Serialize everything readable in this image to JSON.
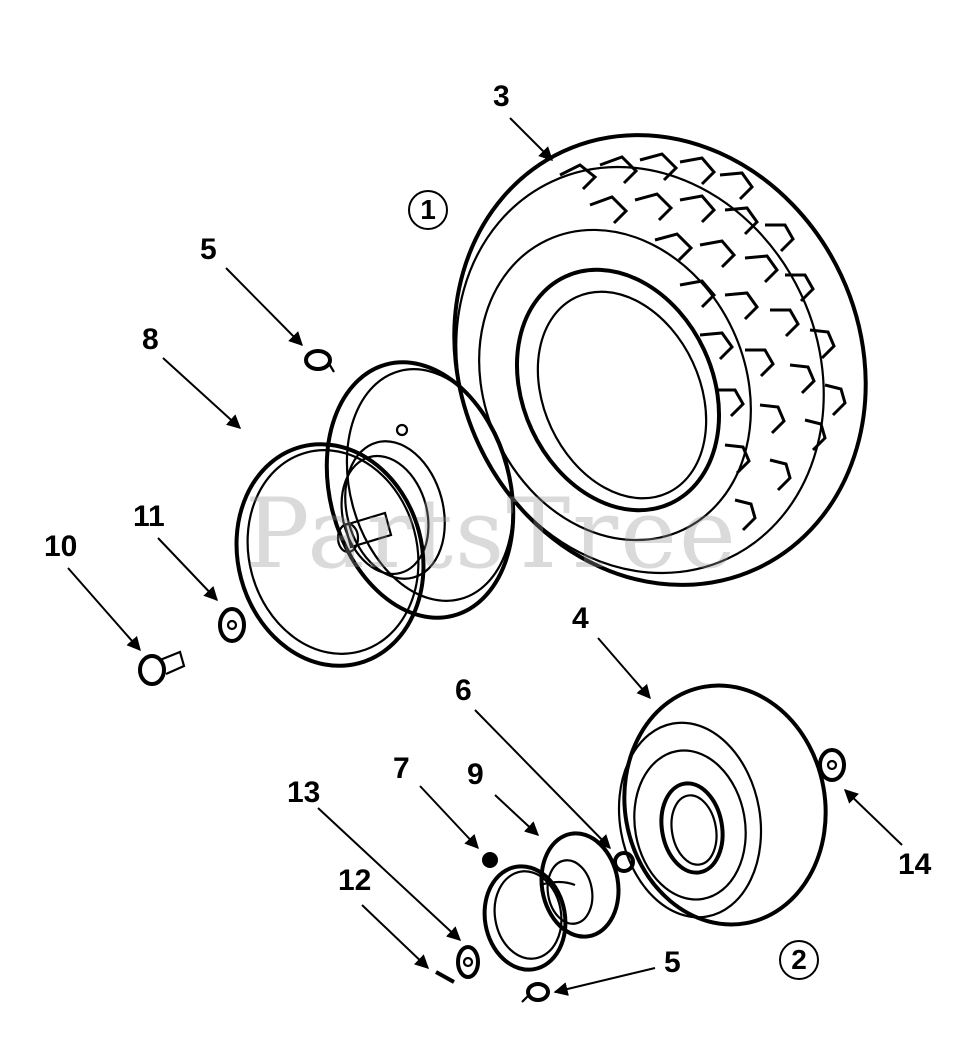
{
  "watermark": "PartsTree",
  "callouts": {
    "c1": "1",
    "c2": "2",
    "c3": "3",
    "c4": "4",
    "c5a": "5",
    "c5b": "5",
    "c6": "6",
    "c7": "7",
    "c8": "8",
    "c9": "9",
    "c10": "10",
    "c11": "11",
    "c12": "12",
    "c13": "13",
    "c14": "14"
  },
  "assembly_labels": {
    "a1": "1",
    "a2": "2"
  },
  "parts": [
    {
      "ref": "1",
      "name": "rear-wheel-assembly"
    },
    {
      "ref": "2",
      "name": "front-wheel-assembly"
    },
    {
      "ref": "3",
      "name": "rear-tire"
    },
    {
      "ref": "4",
      "name": "front-tire"
    },
    {
      "ref": "5",
      "name": "valve-stem"
    },
    {
      "ref": "6",
      "name": "valve-stem-front"
    },
    {
      "ref": "7",
      "name": "grease-fitting"
    },
    {
      "ref": "8",
      "name": "rear-rim"
    },
    {
      "ref": "9",
      "name": "front-rim"
    },
    {
      "ref": "10",
      "name": "bolt"
    },
    {
      "ref": "11",
      "name": "washer"
    },
    {
      "ref": "12",
      "name": "cotter-pin"
    },
    {
      "ref": "13",
      "name": "washer-front"
    },
    {
      "ref": "14",
      "name": "washer-right"
    }
  ]
}
